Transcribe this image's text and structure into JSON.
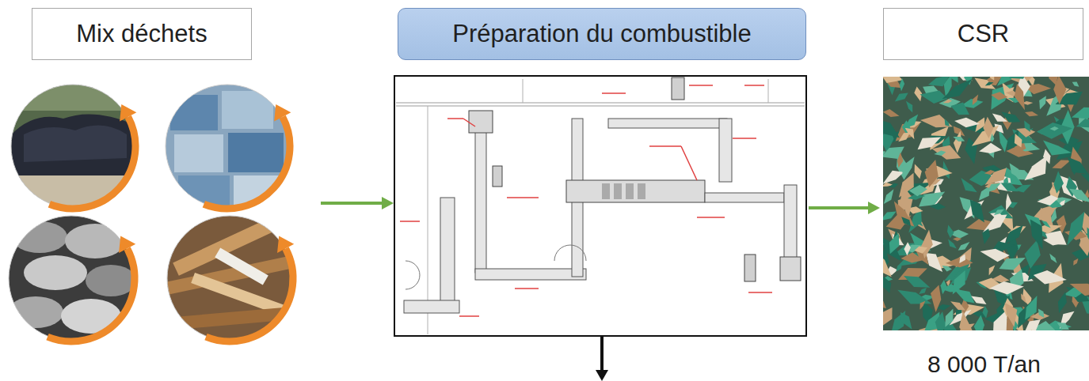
{
  "diagram": {
    "nodes": [
      {
        "text": [
          "Mix déchets"
        ]
      },
      {
        "text": [
          "Préparation du combustible"
        ]
      },
      {
        "text": [
          "CSR"
        ]
      }
    ],
    "labels": [
      "8 000 T/an"
    ]
  }
}
